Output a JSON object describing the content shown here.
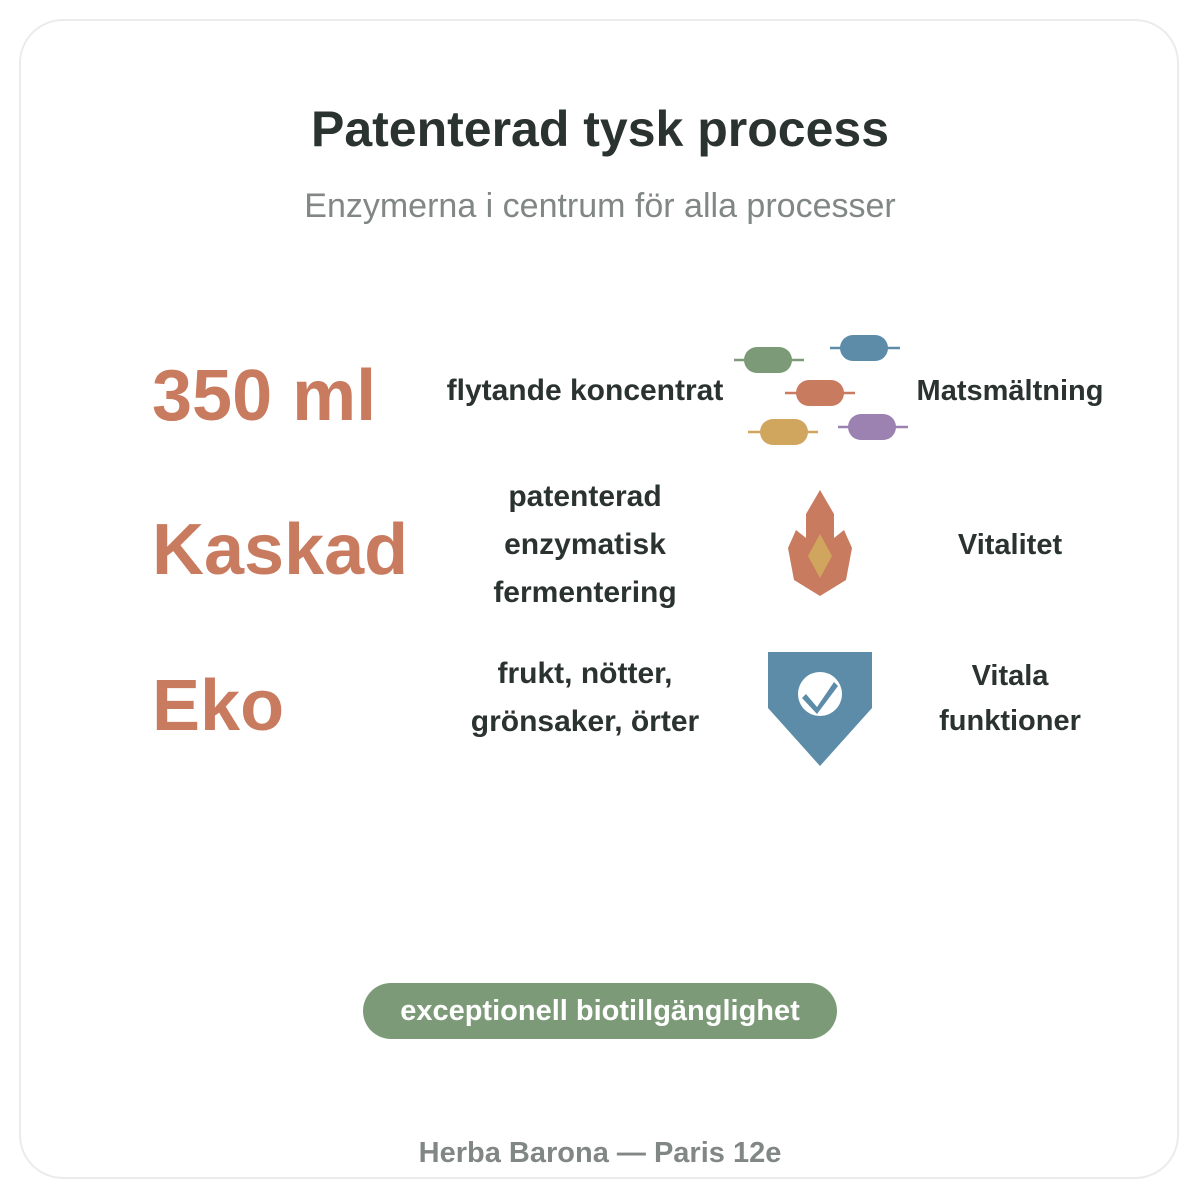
{
  "header": {
    "title": "Patenterad tysk process",
    "subtitle": "Enzymerna i centrum för alla processer"
  },
  "rows": [
    {
      "big_label": "350 ml",
      "description": [
        "flytande koncentrat"
      ],
      "icon": "enzyme-capsules-icon",
      "benefit": [
        "Matsmältning"
      ]
    },
    {
      "big_label": "Kaskad",
      "description": [
        "patenterad",
        "enzymatisk",
        "fermentering"
      ],
      "icon": "flame-icon",
      "benefit": [
        "Vitalitet"
      ]
    },
    {
      "big_label": "Eko",
      "description": [
        "frukt, nötter,",
        "grönsaker, örter"
      ],
      "icon": "check-shield-icon",
      "benefit": [
        "Vitala",
        "funktioner"
      ]
    }
  ],
  "badge": "exceptionell biotillgänglighet",
  "footer": "Herba Barona — Paris 12e",
  "colors": {
    "accent": "#c97b60",
    "text": "#2b3330",
    "muted": "#808784",
    "badge": "#7c9a78",
    "blue": "#5d8ca8",
    "green": "#7c9a78",
    "gold": "#d0a65e",
    "purple": "#9b82b0"
  }
}
